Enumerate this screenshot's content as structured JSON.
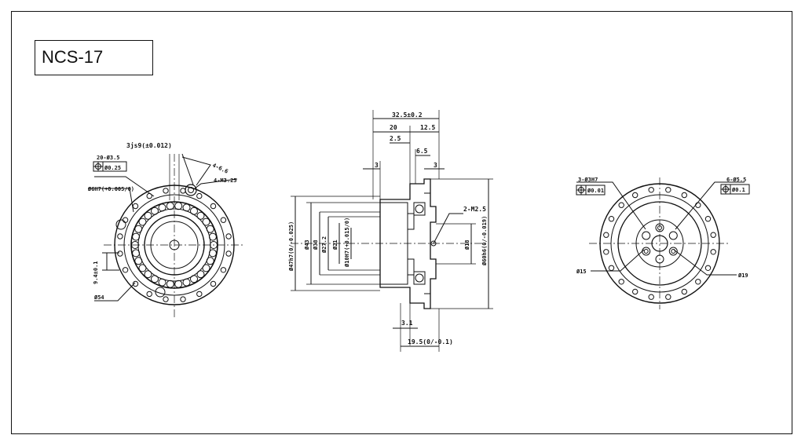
{
  "title": "NCS-17",
  "front_view": {
    "tolerance_top": "3js9(±0.012)",
    "holes_left": "20-Ø3.5",
    "fcf_left": "Ø0.25",
    "bore": "Ø6H7(+0.005/0)",
    "dim_4_6": "4-6.6",
    "holes_right": "4-M3.25",
    "offset": "9.4±0.1",
    "outer_dia": "Ø54"
  },
  "side_view": {
    "overall": "32.5±0.2",
    "seg_a": "20",
    "seg_b": "12.5",
    "d_2_5": "2.5",
    "d_6_5": "6.5",
    "d_3_left": "3",
    "d_3_right": "3",
    "thread": "2-M2.5",
    "dia_47": "Ø47h7(0/-0.025)",
    "dia_43": "Ø43",
    "dia_38": "Ø38",
    "dia_27": "Ø27.2",
    "dia_21": "Ø21",
    "dia_10": "Ø10H7(+0.015/0)",
    "dia_18": "Ø18",
    "dia_60": "Ø60h6(0/-0.019)",
    "d_3_1": "3.1",
    "d_19_5": "19.5(0/-0.1)"
  },
  "rear_view": {
    "pins": "3-Ø3H7",
    "fcf_pins": "Ø0.01",
    "holes": "6-Ø5.5",
    "fcf_holes": "Ø0.1",
    "dia_15": "Ø15",
    "dia_19": "Ø19"
  }
}
